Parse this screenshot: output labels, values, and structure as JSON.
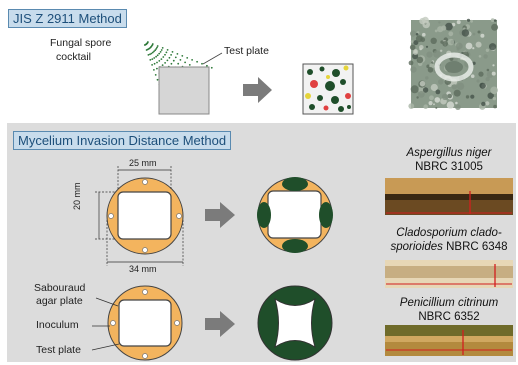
{
  "section1": {
    "title": "JIS Z 2911 Method",
    "spray_label_line1": "Fungal spore",
    "spray_label_line2": "cocktail",
    "test_plate_label": "Test plate"
  },
  "section2": {
    "title": "Mycelium Invasion Distance Method",
    "dim_top": "25 mm",
    "dim_side": "20 mm",
    "dim_bottom": "34 mm",
    "label_sabouraud_1": "Sabouraud",
    "label_sabouraud_2": "agar plate",
    "label_inoculum": "Inoculum",
    "label_test_plate": "Test plate"
  },
  "species": [
    {
      "line1": "Aspergillus niger",
      "line2": "NBRC 31005"
    },
    {
      "line1": "Cladosporium clado-",
      "line2_italic": "sporioides",
      "line2_rest": " NBRC 6348"
    },
    {
      "line1": "Penicillium citrinum",
      "line2": "NBRC 6352"
    }
  ],
  "colors": {
    "title_bg": "#c8dcec",
    "panel_bg": "#dcdcdc",
    "agar": "#f3b45e",
    "mycelium": "#1f4e2a",
    "arrow": "#7b7b7b"
  }
}
